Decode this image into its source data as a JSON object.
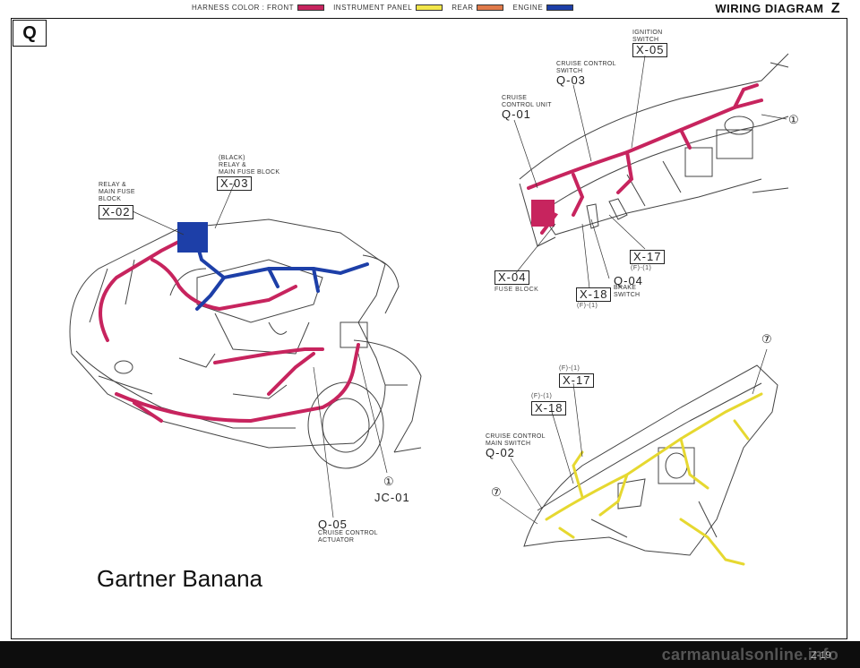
{
  "header": {
    "legend_label": "HARNESS COLOR : FRONT",
    "legend_items": [
      {
        "label": "INSTRUMENT PANEL",
        "color": "#f2e64a"
      },
      {
        "label": "REAR",
        "color": "#e07a4a"
      },
      {
        "label": "ENGINE",
        "color": "#1d3fa8"
      }
    ],
    "front_color": "#c7245e",
    "title": "WIRING DIAGRAM",
    "section_letter": "Z"
  },
  "page_section": "Q",
  "engine_view": {
    "relay_block_label": "RELAY &\nMAIN FUSE\nBLOCK",
    "relay_block_code": "X-02",
    "black_relay_label": "(BLACK)\nRELAY &\nMAIN FUSE BLOCK",
    "black_relay_code": "X-03",
    "joint_number": "①",
    "joint_code": "JC-01",
    "actuator_code": "Q-05",
    "actuator_label": "CRUISE CONTROL\nACTUATOR"
  },
  "dash_view": {
    "ignition_label": "IGNITION\nSWITCH",
    "ignition_code": "X-05",
    "cc_switch_label": "CRUISE CONTROL\nSWITCH",
    "cc_switch_code": "Q-03",
    "cc_unit_label": "CRUISE\nCONTROL UNIT",
    "cc_unit_code": "Q-01",
    "right_marker": "①",
    "x17_code": "X-17",
    "x17_sub": "(F)-(1)",
    "fuse_block_code": "X-04",
    "fuse_block_label": "FUSE BLOCK",
    "brake_code": "Q-04",
    "brake_label": "BRAKE\nSWITCH",
    "x18_code": "X-18",
    "x18_sub": "(F)-(1)"
  },
  "panel_view": {
    "marker_top": "⑦",
    "x17_sub": "(F)-(1)",
    "x17_code": "X-17",
    "x18_sub": "(F)-(1)",
    "x18_code": "X-18",
    "main_switch_label": "CRUISE CONTROL\nMAIN SWITCH",
    "main_switch_code": "Q-02",
    "marker_left": "⑦"
  },
  "caption": "Gartner Banana",
  "footer": {
    "site": "carmanualsonline.info",
    "page_fragment": "Z-19"
  }
}
